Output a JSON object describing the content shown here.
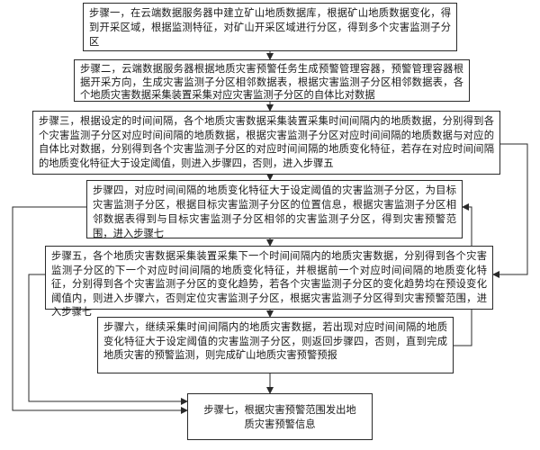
{
  "steps": [
    {
      "id": "step1",
      "text": "步骤一，在云端数据服务器中建立矿山地质数据库，根据矿山地质数据变化，得到开采区域，根据监测特征，对矿山开采区域进行分区，得到多个灾害监测子分区"
    },
    {
      "id": "step2",
      "text": "步骤二，云端数据服务器根据地质灾害预警任务生成预警管理容器，预警管理容器根据开采方向，生成灾害监测子分区相邻数据表，根据灾害监测子分区相邻数据表，各个地质灾害数据采集装置采集对应灾害监测子分区的自体比对数据"
    },
    {
      "id": "step3",
      "text": "步骤三，根据设定的时间间隔，各个地质灾害数据采集装置采集时间间隔内的地质数据，分别得到各个灾害监测子分区对应时间间隔的地质数据，根据灾害监测子分区对应时间间隔的地质数据与对应的自体比对数据，分别得到各个灾害监测子分区的对应时间间隔的地质变化特征，若存在对应时间间隔的地质变化特征大于设定阈值，则进入步骤四，否则，进入步骤五"
    },
    {
      "id": "step4",
      "text": "步骤四，对应时间间隔的地质变化特征大于设定阈值的灾害监测子分区，为目标灾害监测子分区，根据目标灾害监测子分区的位置信息，根据灾害监测子分区相邻数据表得到与目标灾害监测子分区相邻的灾害监测子分区，得到灾害预警范围，进入步骤七"
    },
    {
      "id": "step5",
      "text": "步骤五，各个地质灾害数据采集装置采集下一个时间间隔内的地质灾害数据，分别得到各个灾害监测子分区的下一个对应时间间隔的地质变化特征，并根据前一个对应时间间隔的地质变化特征，分别得到各个灾害监测子分区的变化趋势，若各个灾害监测子分区的变化趋势均在预设变化阈值内，则进入步骤六，否则定位灾害监测子分区，根据灾害监测子分区得到灾害预警范围，进入步骤七"
    },
    {
      "id": "step6",
      "text": "步骤六，继续采集时间间隔内的地质灾害数据，若出现对应时间间隔的地质变化特征大于设定阈值的灾害监测子分区，则返回步骤四，否则，直到完成地质灾害的预警监测，则完成矿山地质灾害预警预报"
    },
    {
      "id": "step7",
      "text": "步骤七，根据灾害预警范围发出地质灾害预警信息"
    }
  ]
}
